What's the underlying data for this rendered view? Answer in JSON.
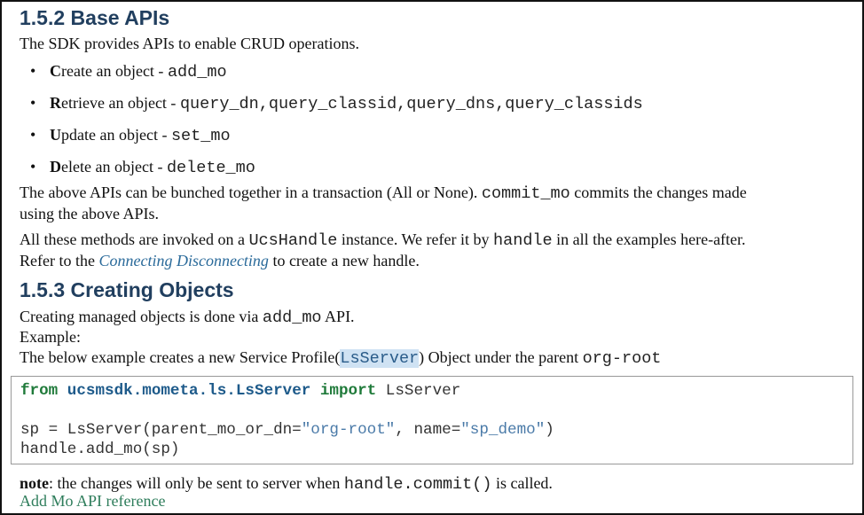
{
  "section1": {
    "heading": "1.5.2 Base APIs",
    "intro": "The SDK provides APIs to enable CRUD operations.",
    "bullets": [
      {
        "first": "C",
        "rest": "reate an object - ",
        "api": "add_mo"
      },
      {
        "first": "R",
        "rest": "etrieve an object - ",
        "api": "query_dn,query_classid,query_dns,query_classids"
      },
      {
        "first": "U",
        "rest": "pdate an object - ",
        "api": "set_mo"
      },
      {
        "first": "D",
        "rest": "elete an object - ",
        "api": "delete_mo"
      }
    ],
    "para1_a": "The above APIs can be bunched together in a transaction (All or None). ",
    "para1_code": "commit_mo",
    "para1_b": " commits the changes made",
    "para1_c": "using the above APIs.",
    "para2_a": "All these methods are invoked on a ",
    "para2_code1": "UcsHandle",
    "para2_b": " instance.  We refer it by ",
    "para2_code2": "handle",
    "para2_c": " in all the examples here-after.",
    "para3_a": "Refer to the ",
    "para3_link": "Connecting Disconnecting",
    "para3_b": " to create a new handle."
  },
  "section2": {
    "heading": "1.5.3 Creating Objects",
    "line1_a": "Creating managed objects is done via ",
    "line1_code": "add_mo",
    "line1_b": " API.",
    "line2": "Example:",
    "line3_a": "The below example creates a new Service Profile(",
    "line3_code": "LsServer",
    "line3_b": ") Object under the parent ",
    "line3_code2": "org-root",
    "code": {
      "l1_from": "from",
      "l1_module": "ucsmsdk.mometa.ls.LsServer",
      "l1_import": "import",
      "l1_name": " LsServer",
      "l2_a": "sp = LsServer(parent_mo_or_dn=",
      "l2_s1": "\"org-root\"",
      "l2_b": ", name=",
      "l2_s2": "\"sp_demo\"",
      "l2_c": ")",
      "l3": "handle.add_mo(sp)"
    },
    "note_label": "note",
    "note_a": ": the changes will only be sent to server when ",
    "note_code": "handle.commit()",
    "note_b": " is called.",
    "ref_link": "Add Mo API reference"
  }
}
